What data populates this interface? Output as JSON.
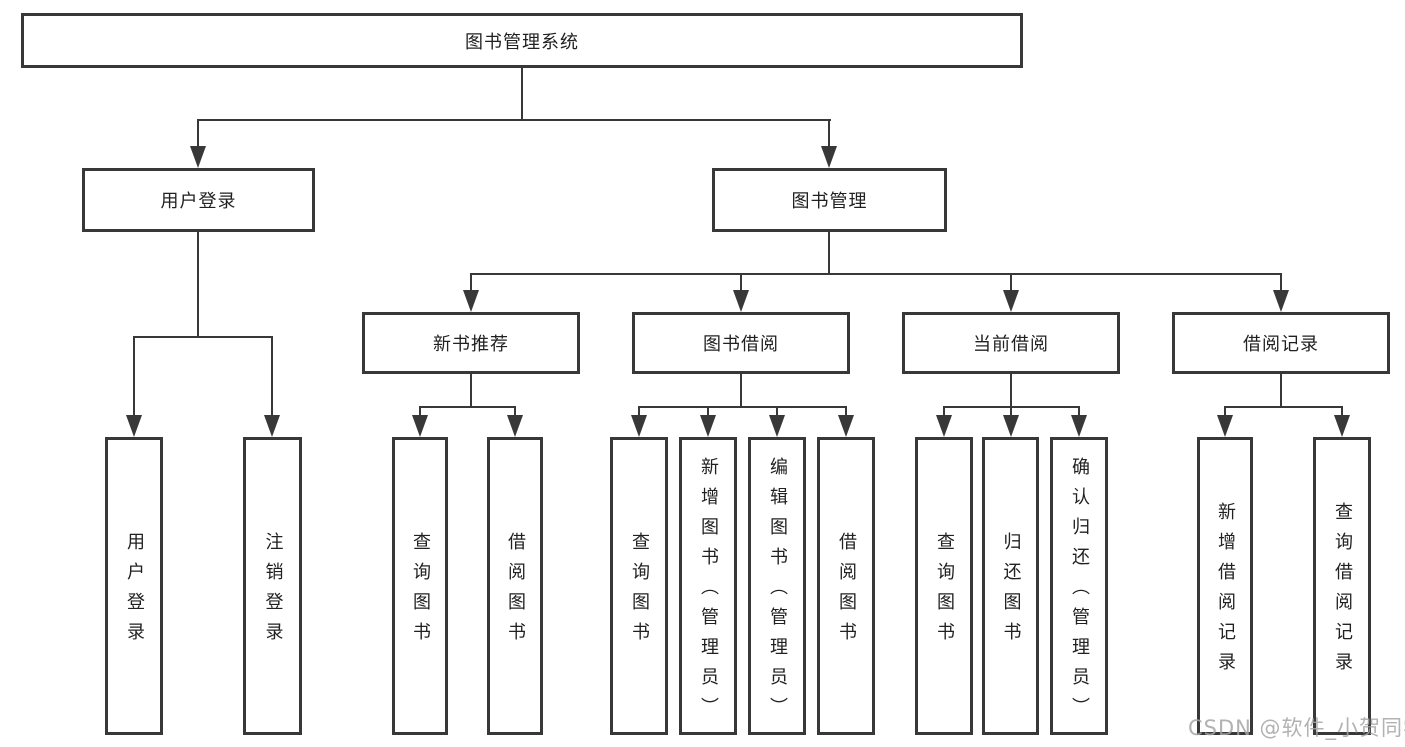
{
  "root": {
    "label": "图书管理系统"
  },
  "level2": {
    "user_login": {
      "label": "用户登录"
    },
    "book_management": {
      "label": "图书管理"
    }
  },
  "level3": {
    "new_book_recommend": {
      "label": "新书推荐"
    },
    "book_borrow": {
      "label": "图书借阅"
    },
    "current_borrow": {
      "label": "当前借阅"
    },
    "borrow_record": {
      "label": "借阅记录"
    }
  },
  "leaves": {
    "user_login": {
      "label": "用户登录"
    },
    "logout": {
      "label": "注销登录"
    },
    "newbook_query": {
      "label": "查询图书"
    },
    "newbook_borrow": {
      "label": "借阅图书"
    },
    "borrow_query": {
      "label": "查询图书"
    },
    "borrow_add_admin": {
      "label": "新增图书（管理员）"
    },
    "borrow_edit_admin": {
      "label": "编辑图书（管理员）"
    },
    "borrow_borrow": {
      "label": "借阅图书"
    },
    "current_query": {
      "label": "查询图书"
    },
    "current_return": {
      "label": "归还图书"
    },
    "current_confirm_admin": {
      "label": "确认归还（管理员）"
    },
    "record_add": {
      "label": "新增借阅记录"
    },
    "record_query": {
      "label": "查询借阅记录"
    }
  },
  "watermark": {
    "text": "CSDN @软件_小贺同学"
  },
  "colors": {
    "line": "#383838",
    "text": "#212121",
    "watermark": "#a5a5a5",
    "background": "#ffffff"
  }
}
